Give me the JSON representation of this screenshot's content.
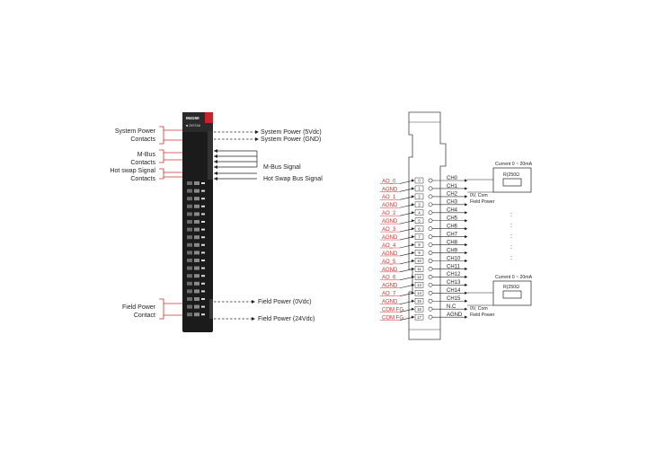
{
  "module": {
    "model": "M4150",
    "sub": "■ 20STA8"
  },
  "callouts_left": [
    {
      "id": "system-power",
      "lines": [
        "System Power",
        "Contacts"
      ]
    },
    {
      "id": "m-bus",
      "lines": [
        "M-Bus",
        "Contacts"
      ]
    },
    {
      "id": "hot-swap",
      "lines": [
        "Hot swap Signal",
        "Contacts"
      ]
    },
    {
      "id": "field-power",
      "lines": [
        "Field Power",
        "Contact"
      ]
    }
  ],
  "callouts_right": {
    "sys_power_5v": "System Power (5Vdc)",
    "sys_power_gnd": "System Power (GND)",
    "mbus_signal": "M-Bus Signal",
    "hot_swap_bus": "Hot Swap Bus Signal",
    "field_power_0v": "Field Power (0Vdc)",
    "field_power_24v": "Field Power (24Vdc)"
  },
  "wiring": {
    "left_labels": [
      "AO_0",
      "AGND",
      "AO_1",
      "AGND",
      "AO_2",
      "AGND",
      "AO_3",
      "AGND",
      "AO_4",
      "AGND",
      "AO_5",
      "AGND",
      "AO_6",
      "AGND",
      "AO_7",
      "AGND",
      "COM FG",
      "COM FG"
    ],
    "terminals": [
      "0",
      "1",
      "2",
      "3",
      "4",
      "5",
      "6",
      "7",
      "8",
      "9",
      "10",
      "11",
      "12",
      "13",
      "14",
      "15",
      "16",
      "17"
    ],
    "right_labels": [
      "CH0",
      "CH1",
      "CH2",
      "CH3",
      "CH4",
      "CH5",
      "CH6",
      "CH7",
      "CH8",
      "CH9",
      "CH10",
      "CH11",
      "CH12",
      "CH13",
      "CH14",
      "CH15",
      "N.C",
      "AGND"
    ],
    "box_top": {
      "title": "Current 0 ~ 20mA",
      "resistor": "R(250Ω",
      "note1": "0V, Com",
      "note2": "Field Power"
    },
    "box_bottom": {
      "title": "Current 0 ~ 20mA",
      "resistor": "R(250Ω",
      "note1": "0V, Com",
      "note2": "Field Power"
    },
    "ellipsis": ":"
  },
  "colors": {
    "red": "#d32f2f",
    "module_body": "#1b1b1b",
    "module_top": "#c8232c"
  }
}
